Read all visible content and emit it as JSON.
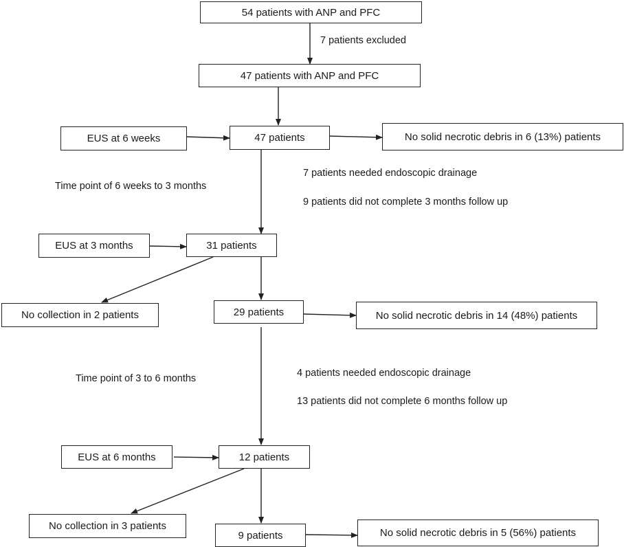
{
  "flow": {
    "start": "54 patients with ANP and PFC",
    "excluded": "7 patients excluded",
    "included": "47 patients with ANP and PFC",
    "eus_6w": "EUS at 6 weeks",
    "n47": "47 patients",
    "no_debris_6w": "No solid necrotic debris in 6 (13%) patients",
    "period1_label": "Time point of 6 weeks to 3 months",
    "period1_drain": "7 patients needed endoscopic drainage",
    "period1_lost": "9 patients did not complete 3 months follow up",
    "eus_3m": "EUS at 3 months",
    "n31": "31 patients",
    "no_collection_3m": "No collection in 2 patients",
    "n29": "29 patients",
    "no_debris_3m": "No solid necrotic debris in 14 (48%) patients",
    "period2_label": "Time point of 3 to 6 months",
    "period2_drain": "4 patients needed endoscopic drainage",
    "period2_lost": "13 patients did not complete 6 months follow up",
    "eus_6m": "EUS at 6 months",
    "n12": "12 patients",
    "no_collection_6m": "No collection in 3 patients",
    "n9": "9 patients",
    "no_debris_6m": "No solid necrotic debris in 5 (56%) patients"
  }
}
